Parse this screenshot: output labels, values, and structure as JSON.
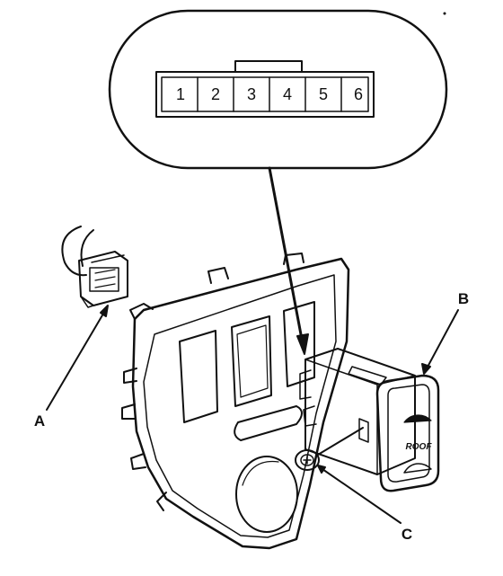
{
  "connector": {
    "pins": [
      "1",
      "2",
      "3",
      "4",
      "5",
      "6"
    ]
  },
  "switch": {
    "label": "ROOF"
  },
  "callouts": {
    "a": "A",
    "b": "B",
    "c": "C"
  },
  "colors": {
    "line": "#111111",
    "background": "#ffffff"
  }
}
